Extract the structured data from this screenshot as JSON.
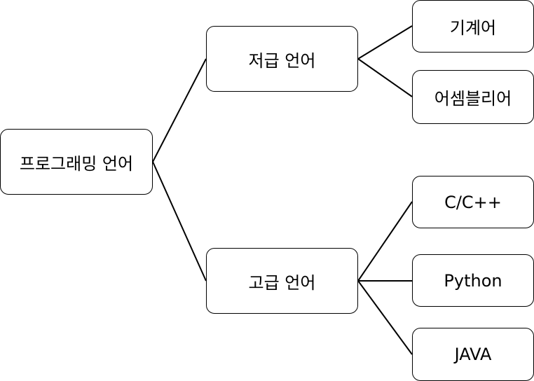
{
  "diagram": {
    "root": {
      "label": "프로그래밍 언어"
    },
    "low_level": {
      "label": "저급 언어",
      "children": [
        "기계어",
        "어셈블리어"
      ]
    },
    "high_level": {
      "label": "고급 언어",
      "children": [
        "C/C++",
        "Python",
        "JAVA"
      ]
    }
  }
}
